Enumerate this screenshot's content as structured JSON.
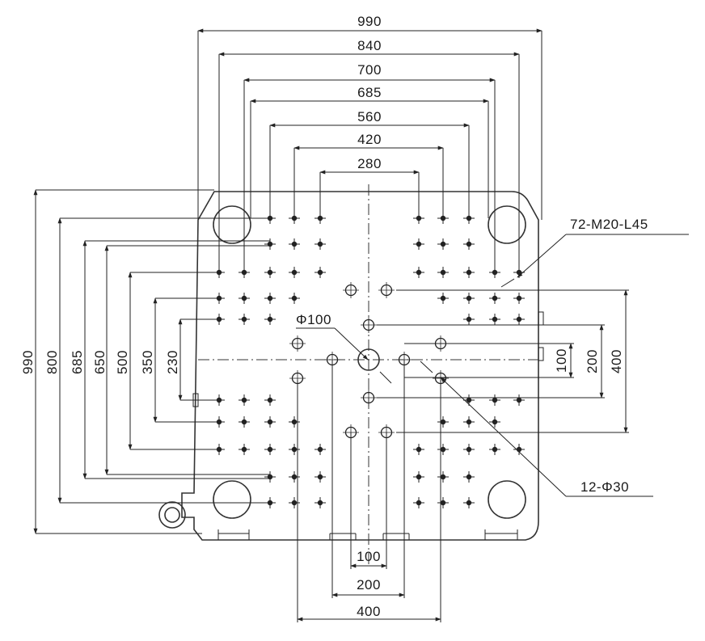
{
  "stroke_color": "#222222",
  "top_dimensions": [
    "990",
    "840",
    "700",
    "685",
    "560",
    "420",
    "280"
  ],
  "left_dimensions": [
    "990",
    "800",
    "685",
    "650",
    "500",
    "350",
    "230"
  ],
  "right_dimensions": [
    "100",
    "200",
    "400"
  ],
  "bottom_dimensions": [
    "100",
    "200",
    "400"
  ],
  "callouts": {
    "thread_holes": "72-M20-L45",
    "center_hole": "Φ100",
    "ejector_holes": "12-Φ30"
  }
}
